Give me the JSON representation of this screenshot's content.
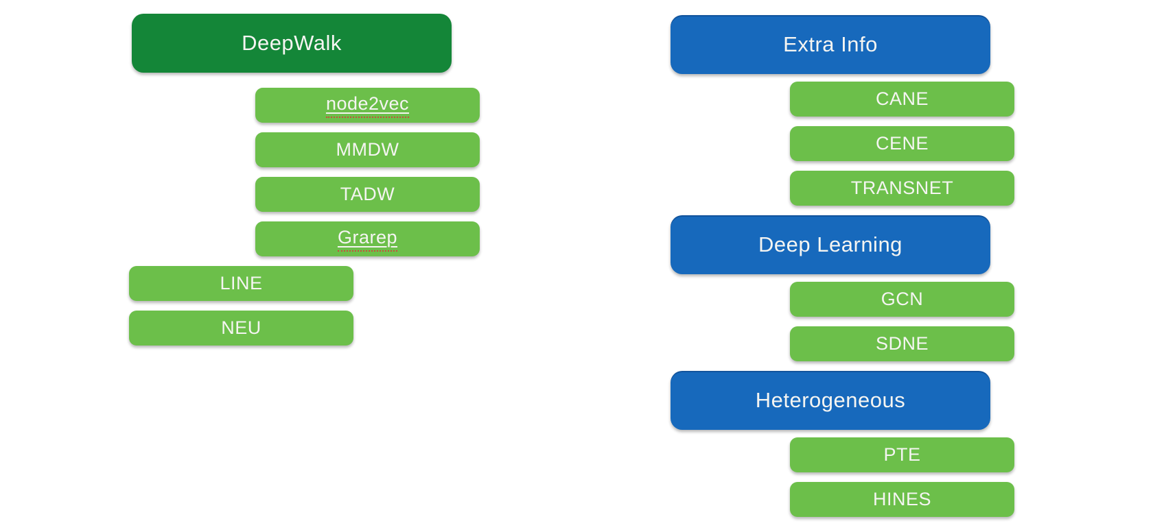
{
  "page": {
    "background": "#ffffff",
    "description": "Slide diagram of network embedding methods grouped into parent categories with indented sub-method boxes"
  },
  "colors": {
    "dark_green": "#148638",
    "green": "#6cbf4a",
    "blue": "#1769bc",
    "box_text": "#f5f5f2",
    "spellcheck_underline_red": "#cb4a3c"
  },
  "columns": [
    {
      "name": "left-column",
      "items": [
        {
          "id": "deepwalk",
          "label": "DeepWalk",
          "variant": "dark-green",
          "size": "big",
          "indent": "parent",
          "underlined": false
        },
        {
          "id": "node2vec",
          "label": "node2vec",
          "variant": "green",
          "size": "small",
          "indent": "sub",
          "underlined": true
        },
        {
          "id": "mmdw",
          "label": "MMDW",
          "variant": "green",
          "size": "small",
          "indent": "sub",
          "underlined": false
        },
        {
          "id": "tadw",
          "label": "TADW",
          "variant": "green",
          "size": "small",
          "indent": "sub",
          "underlined": false
        },
        {
          "id": "grarep",
          "label": "Grarep",
          "variant": "green",
          "size": "small",
          "indent": "sub",
          "underlined": true
        },
        {
          "id": "line",
          "label": "LINE",
          "variant": "green",
          "size": "small",
          "indent": "root",
          "underlined": false
        },
        {
          "id": "neu",
          "label": "NEU",
          "variant": "green",
          "size": "small",
          "indent": "root",
          "underlined": false
        }
      ]
    },
    {
      "name": "right-column",
      "items": [
        {
          "id": "extra-info",
          "label": "Extra Info",
          "variant": "blue",
          "size": "big",
          "indent": "parent",
          "underlined": false
        },
        {
          "id": "cane",
          "label": "CANE",
          "variant": "green",
          "size": "small",
          "indent": "sub",
          "underlined": false
        },
        {
          "id": "cene",
          "label": "CENE",
          "variant": "green",
          "size": "small",
          "indent": "sub",
          "underlined": false
        },
        {
          "id": "transnet",
          "label": "TRANSNET",
          "variant": "green",
          "size": "small",
          "indent": "sub",
          "underlined": false
        },
        {
          "id": "deep-learning",
          "label": "Deep Learning",
          "variant": "blue",
          "size": "big",
          "indent": "parent",
          "underlined": false
        },
        {
          "id": "gcn",
          "label": "GCN",
          "variant": "green",
          "size": "small",
          "indent": "sub",
          "underlined": false
        },
        {
          "id": "sdne",
          "label": "SDNE",
          "variant": "green",
          "size": "small",
          "indent": "sub",
          "underlined": false
        },
        {
          "id": "heterogeneous",
          "label": "Heterogeneous",
          "variant": "blue",
          "size": "big",
          "indent": "parent",
          "underlined": false
        },
        {
          "id": "pte",
          "label": "PTE",
          "variant": "green",
          "size": "small",
          "indent": "sub",
          "underlined": false
        },
        {
          "id": "hines",
          "label": "HINES",
          "variant": "green",
          "size": "small",
          "indent": "sub",
          "underlined": false
        }
      ]
    }
  ]
}
